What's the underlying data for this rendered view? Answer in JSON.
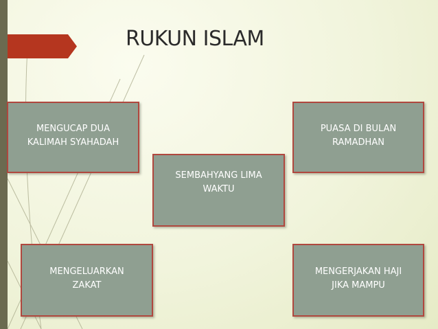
{
  "slide": {
    "title": "RUKUN ISLAM"
  },
  "nodes": {
    "shahada": "MENGUCAP DUA KALIMAH SYAHADAH",
    "fasting": "PUASA DI BULAN RAMADHAN",
    "prayer": "SEMBAHYANG LIMA WAKTU",
    "zakat": "MENGELUARKAN ZAKAT",
    "hajj": "MENGERJAKAN HAJI JIKA MAMPU"
  },
  "colors": {
    "box_fill": "#8f9f91",
    "box_border": "#b0473e",
    "arrow": "#b5361f",
    "side_bar": "#6b6a50"
  }
}
